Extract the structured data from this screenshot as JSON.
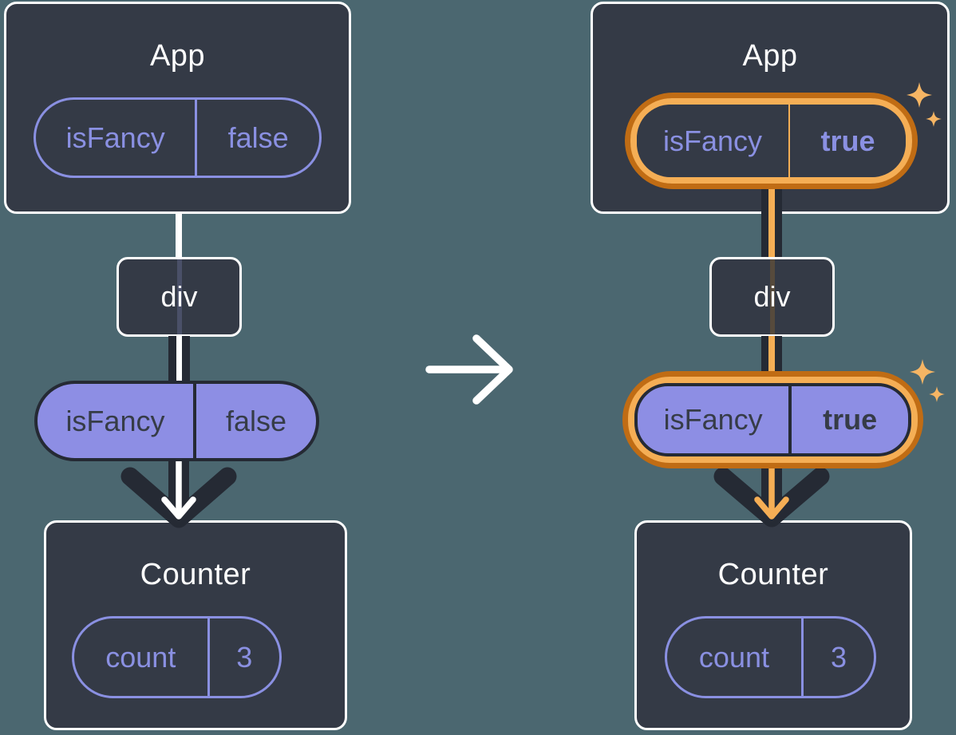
{
  "colors": {
    "background": "#4b6770",
    "panel": "#343a46",
    "ink": "#252a34",
    "purple": "#8a90e2",
    "purple_fill": "#8d8ee4",
    "dark_text": "#363c47",
    "orange_dark": "#c06c14",
    "orange_light": "#f5ae55",
    "sparkle": "#f6b564"
  },
  "panels": {
    "before": {
      "app": {
        "title": "App",
        "state_pill": {
          "name": "isFancy",
          "value": "false"
        }
      },
      "div_label": "div",
      "props_pill": {
        "name": "isFancy",
        "value": "false"
      },
      "counter": {
        "title": "Counter",
        "state_pill": {
          "name": "count",
          "value": "3"
        }
      }
    },
    "after": {
      "app": {
        "title": "App",
        "state_pill": {
          "name": "isFancy",
          "value": "true"
        }
      },
      "div_label": "div",
      "props_pill": {
        "name": "isFancy",
        "value": "true"
      },
      "counter": {
        "title": "Counter",
        "state_pill": {
          "name": "count",
          "value": "3"
        }
      }
    }
  }
}
